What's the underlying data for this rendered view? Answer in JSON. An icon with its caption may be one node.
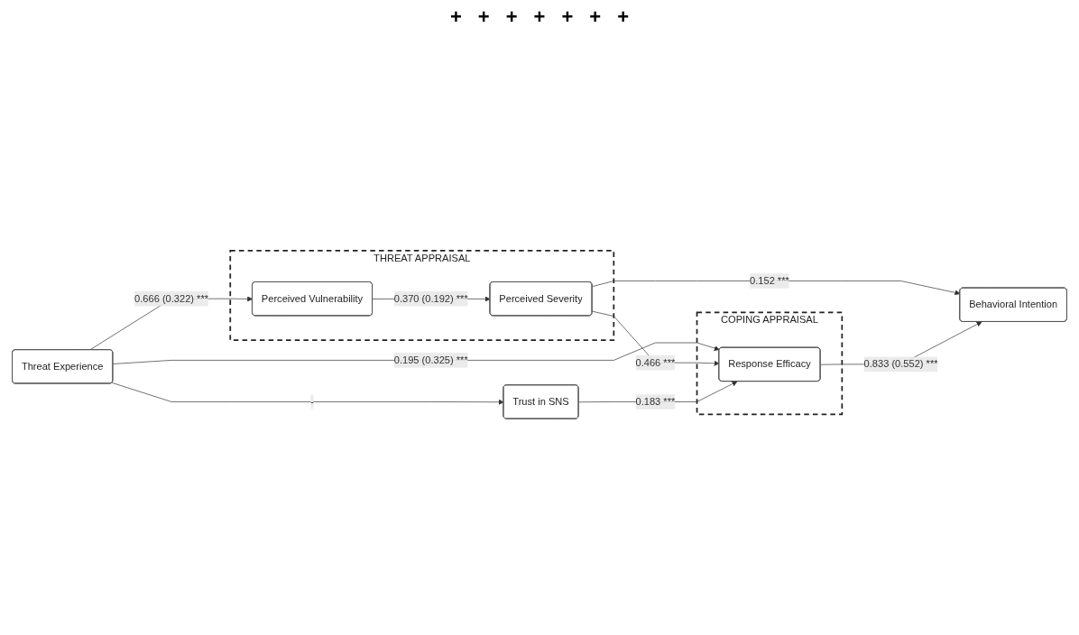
{
  "diagram": {
    "nodes": [
      {
        "text": [
          "Threat Experience"
        ]
      },
      {
        "text": [
          "Trust in SNS"
        ]
      },
      {
        "text": [
          "THREAT APPRAISAL"
        ]
      },
      {
        "text": [
          "Perceived Vulnerability"
        ],
        "in": 2
      },
      {
        "text": [
          "Perceived Severity"
        ],
        "in": 2
      },
      {
        "text": [
          "COPING APPRAISAL"
        ]
      },
      {
        "text": [
          "Response Efficacy"
        ],
        "in": 5
      },
      {
        "text": [
          "Behavioral Intention"
        ]
      }
    ],
    "edges": [
      {
        "from": 0,
        "to": 1,
        "arrow": "to",
        "label": "-"
      },
      {
        "from": 0,
        "to": 3,
        "arrow": "to",
        "label": "0.666 (0.322) ***"
      },
      {
        "from": 0,
        "to": 6,
        "arrow": "to",
        "label": "0.195 (0.325) ***"
      },
      {
        "from": 3,
        "to": 4,
        "arrow": "to",
        "label": "0.370 (0.192) ***"
      },
      {
        "from": 4,
        "to": 6,
        "arrow": "to",
        "label": "0.466 ***"
      },
      {
        "from": 1,
        "to": 6,
        "arrow": "to",
        "label": "0.183 ***"
      },
      {
        "from": 4,
        "to": 7,
        "arrow": "to",
        "label": "0.152 ***"
      },
      {
        "from": 6,
        "to": 7,
        "arrow": "to",
        "label": "0.833 (0.552) ***"
      }
    ],
    "labels": [
      "+",
      "+",
      "+",
      "+",
      "+",
      "+",
      "+"
    ]
  }
}
